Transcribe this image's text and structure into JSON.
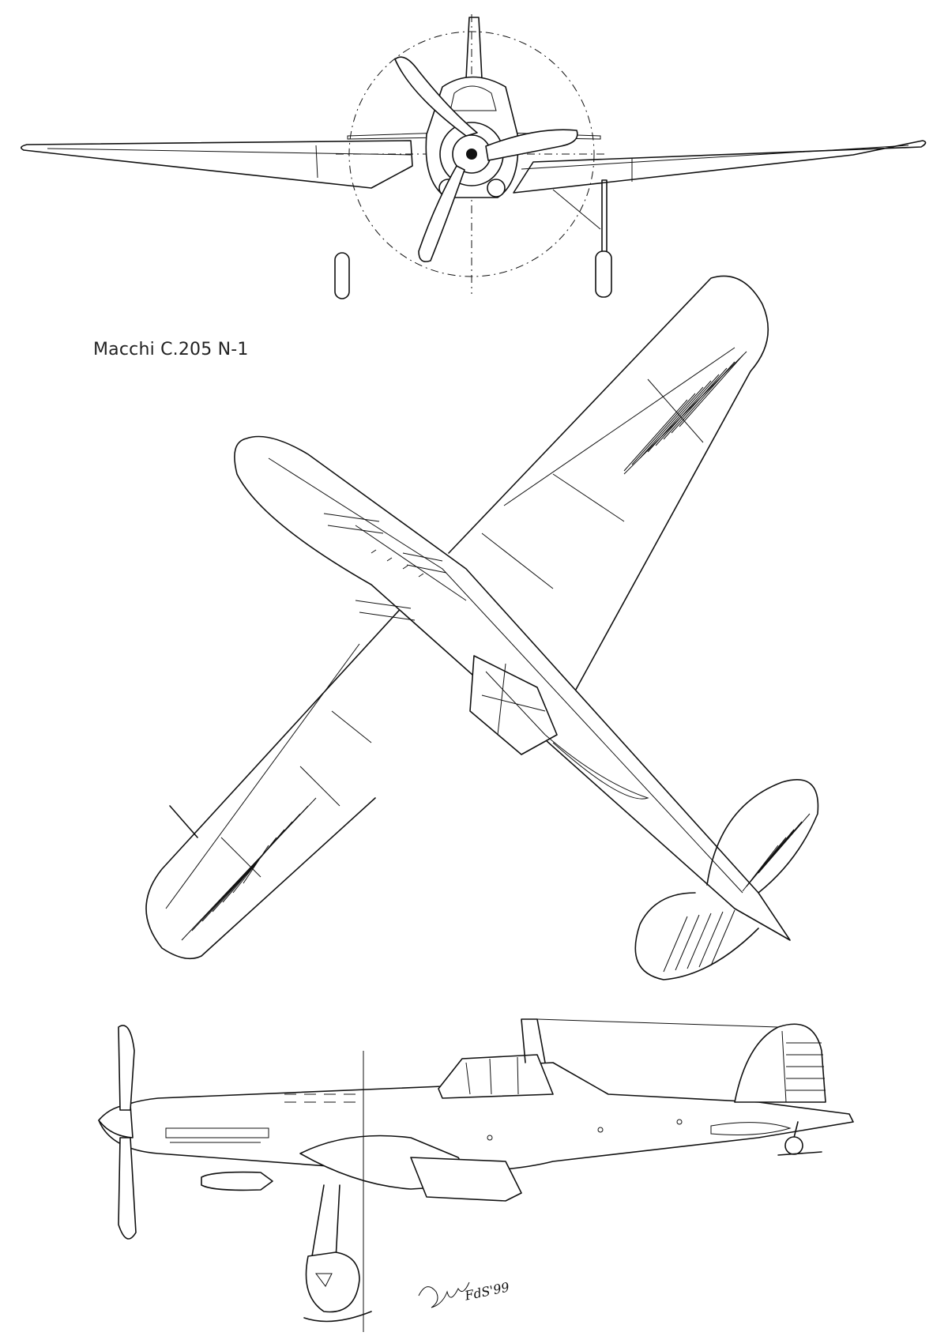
{
  "drawing": {
    "title": "Macchi C.205 N-1",
    "signature": "FdS'99",
    "ink_color": "#111111",
    "paper_color": "#ffffff"
  },
  "views": [
    {
      "name": "front-view"
    },
    {
      "name": "top-view"
    },
    {
      "name": "side-view"
    }
  ]
}
